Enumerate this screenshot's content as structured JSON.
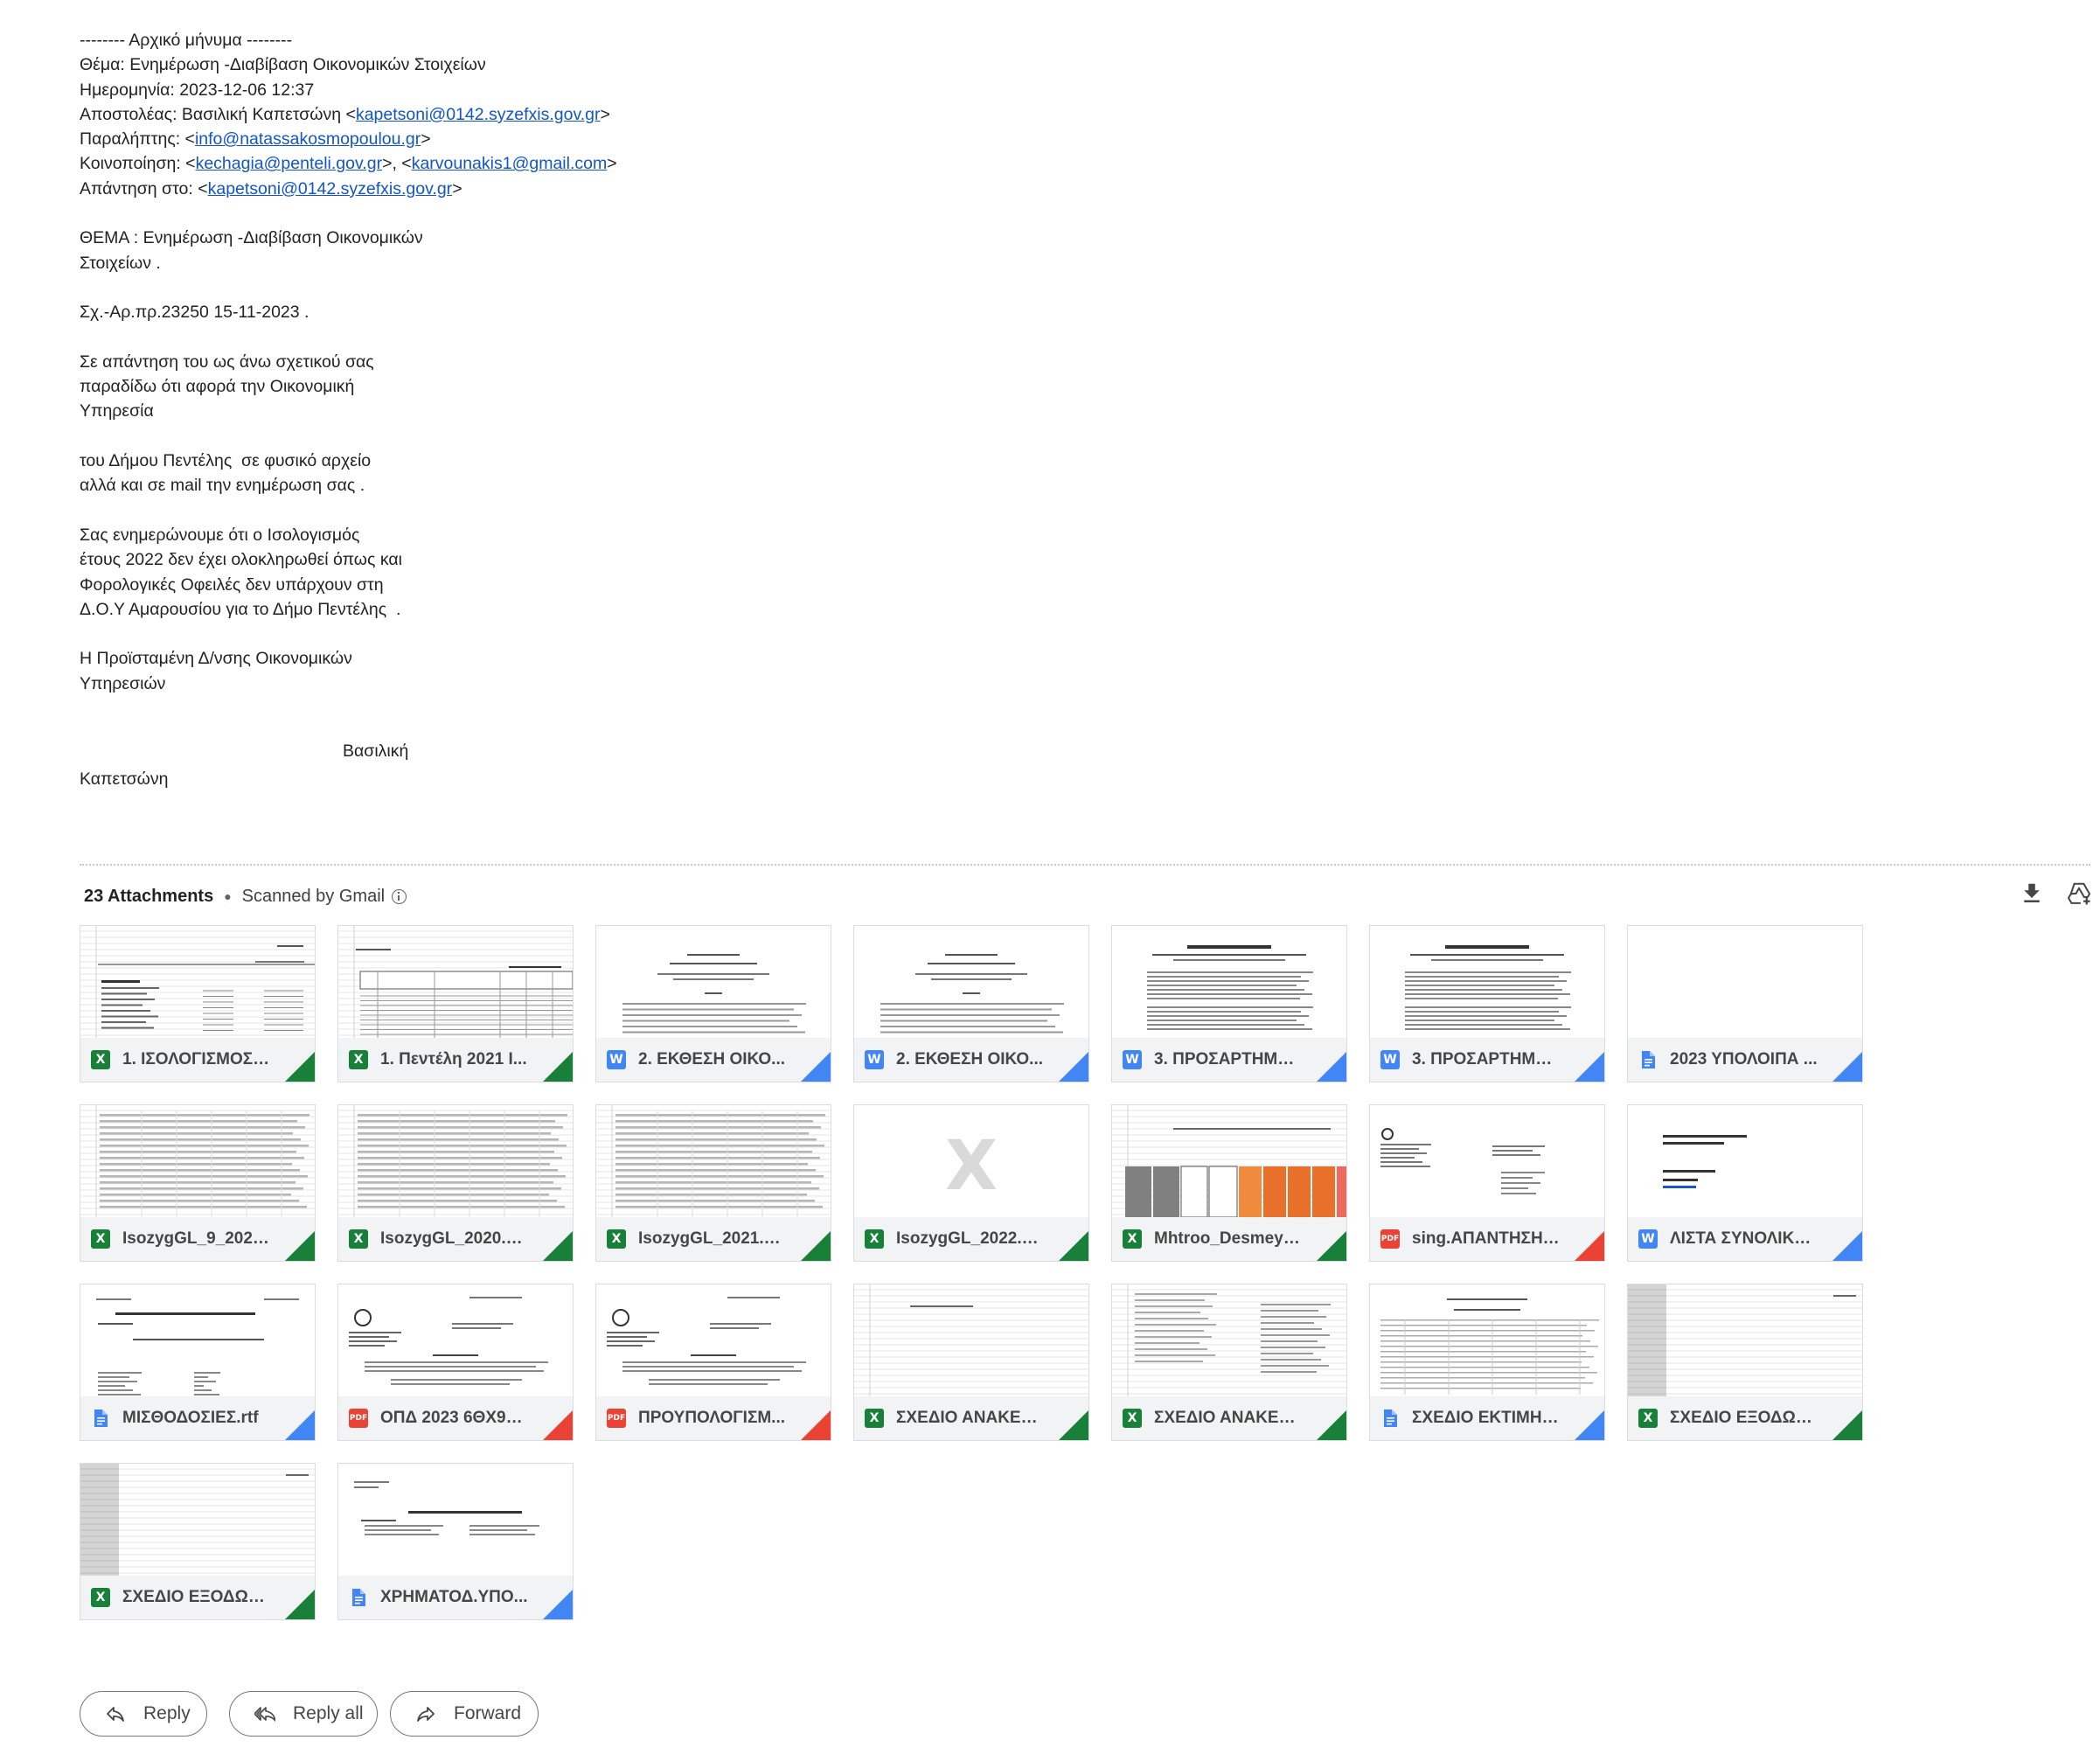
{
  "message": {
    "header_lines": [
      {
        "text": "-------- Αρχικό μήνυμα --------"
      },
      {
        "text": "Θέμα: Ενημέρωση -Διαβίβαση Οικονομικών Στοιχείων"
      },
      {
        "text": "Ημερομηνία: 2023-12-06 12:37"
      },
      {
        "prefix": "Αποστολέας: Βασιλική Καπετσώνη <",
        "link": "kapetsoni@0142.syzefxis.gov.gr",
        "suffix": ">"
      },
      {
        "prefix": "Παραλήπτης: <",
        "link": "info@natassakosmopoulou.gr",
        "suffix": ">"
      },
      {
        "prefix": "Κοινοποίηση: <",
        "link": "kechagia@penteli.gov.gr",
        "middle": ">, <",
        "link2": "karvounakis1@gmail.com",
        "suffix": ">"
      },
      {
        "prefix": "Απάντηση στο: <",
        "link": "kapetsoni@0142.syzefxis.gov.gr",
        "suffix": ">"
      }
    ],
    "body_lines": [
      "",
      "ΘΕΜΑ : Ενημέρωση -Διαβίβαση Οικονομικών",
      "Στοιχείων .",
      "",
      "Σχ.-Αρ.πρ.23250 15-11-2023 .",
      "",
      "Σε απάντηση του ως άνω σχετικού σας",
      "παραδίδω ότι αφορά την Οικονομική",
      "Υπηρεσία",
      "",
      "του Δήμου Πεντέλης  σε φυσικό αρχείο",
      "αλλά και σε mail την ενημέρωση σας .",
      "",
      "Σας ενημερώνουμε ότι ο Ισολογισμός",
      "έτους 2022 δεν έχει ολοκληρωθεί όπως και",
      "Φορολογικές Οφειλές δεν υπάρχουν στη",
      "Δ.Ο.Υ Αμαρουσίου για το Δήμο Πεντέλης  .",
      "",
      "Η Προϊσταμένη Δ/νσης Οικονομικών",
      "Υπηρεσιών"
    ],
    "signature_name": "Βασιλική",
    "signature_surname": "Καπετσώνη"
  },
  "attachments": {
    "count_label": "23 Attachments",
    "scanned_label": "Scanned by Gmail",
    "tools": [
      {
        "name": "download-all-icon"
      },
      {
        "name": "add-to-drive-icon"
      }
    ],
    "colors": {
      "xls": "#188038",
      "doc": "#4285f4",
      "pdf": "#ea4335",
      "gdoc": "#4285f4"
    },
    "items": [
      {
        "label": "1. ΙΣΟΛΟΓΙΣΜΟΣ ...",
        "type": "xls",
        "thumb": "sheet-balance"
      },
      {
        "label": "1. Πεντέλη 2021 I...",
        "type": "xls",
        "thumb": "sheet-table"
      },
      {
        "label": "2. ΕΚΘΕΣΗ ΟΙΚΟ...",
        "type": "doc",
        "thumb": "text-doc"
      },
      {
        "label": "2. ΕΚΘΕΣΗ ΟΙΚΟ...",
        "type": "doc",
        "thumb": "text-doc"
      },
      {
        "label": "3. ΠΡΟΣΑΡΤΗΜΑ ...",
        "type": "doc",
        "thumb": "text-dense"
      },
      {
        "label": "3. ΠΡΟΣΑΡΤΗΜΑ ...",
        "type": "doc",
        "thumb": "text-dense"
      },
      {
        "label": "2023 ΥΠΟΛΟΙΠΑ ...",
        "type": "gdoc",
        "thumb": "blank"
      },
      {
        "label": "IsozygGL_9_2023...",
        "type": "xls",
        "thumb": "sheet-dense"
      },
      {
        "label": "IsozygGL_2020.xls",
        "type": "xls",
        "thumb": "sheet-dense"
      },
      {
        "label": "IsozygGL_2021.xls",
        "type": "xls",
        "thumb": "sheet-dense"
      },
      {
        "label": "IsozygGL_2022.xls",
        "type": "xls",
        "thumb": "excel-placeholder"
      },
      {
        "label": "Mhtroo_Desmeys...",
        "type": "xls",
        "thumb": "sheet-orange"
      },
      {
        "label": "sing.ΑΠΑΝΤΗΣΗ ...",
        "type": "pdf",
        "thumb": "letter"
      },
      {
        "label": "ΛΙΣΤΑ ΣΥΝΟΛΙΚΩ...",
        "type": "doc",
        "thumb": "list-total"
      },
      {
        "label": "ΜΙΣΘΟΔΟΣΙΕΣ.rtf",
        "type": "gdoc",
        "thumb": "payroll"
      },
      {
        "label": "ΟΠΔ 2023 6ΘΧ9Ω...",
        "type": "pdf",
        "thumb": "decision"
      },
      {
        "label": "ΠΡΟΥΠΟΛΟΓΙΣΜ...",
        "type": "pdf",
        "thumb": "decision"
      },
      {
        "label": "ΣΧΕΔΙΟ ΑΝΑΚΕΦ....",
        "type": "xls",
        "thumb": "sheet-empty"
      },
      {
        "label": "ΣΧΕΔΙΟ ΑΝΑΚΕΦ....",
        "type": "xls",
        "thumb": "sheet-list"
      },
      {
        "label": "ΣΧΕΔΙΟ ΕΚΤΙΜΗΣ...",
        "type": "gdoc",
        "thumb": "estimate"
      },
      {
        "label": "ΣΧΕΔΙΟ ΕΞΟΔΩΝ ...",
        "type": "xls",
        "thumb": "sheet-gray"
      },
      {
        "label": "ΣΧΕΔΙΟ ΕΞΟΔΩΝ ...",
        "type": "xls",
        "thumb": "sheet-gray"
      },
      {
        "label": "ΧΡΗΜΑΤΟΔ.ΥΠΟ...",
        "type": "gdoc",
        "thumb": "funding"
      }
    ]
  },
  "actions": {
    "reply": "Reply",
    "reply_all": "Reply all",
    "forward": "Forward"
  }
}
